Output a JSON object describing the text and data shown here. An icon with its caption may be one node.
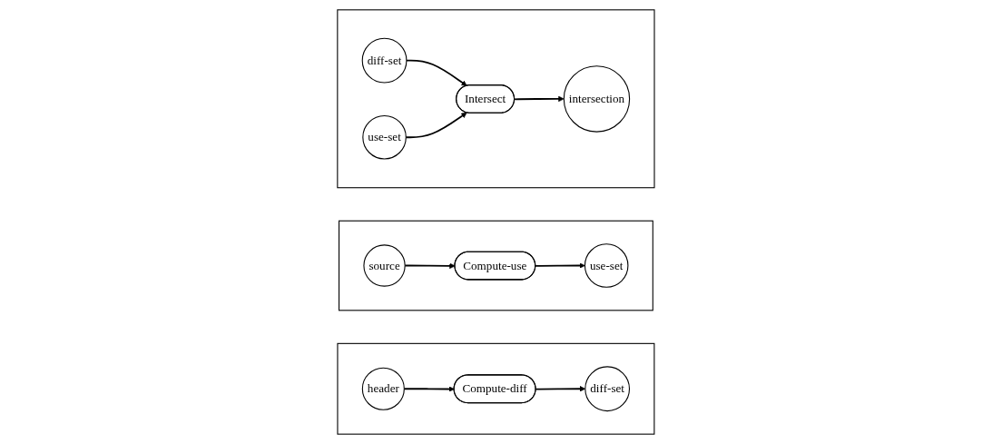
{
  "diagram": {
    "nodes": [
      {
        "text": [],
        "shape": "box"
      },
      {
        "text": [
          "header"
        ],
        "in": 0
      },
      {
        "text": [
          "Compute-diff"
        ],
        "in": 0
      },
      {
        "text": [
          "diff-set"
        ],
        "in": 0
      },
      {
        "text": [],
        "shape": "box"
      },
      {
        "text": [
          "source"
        ],
        "in": 4
      },
      {
        "text": [
          "Compute-use"
        ],
        "in": 4
      },
      {
        "text": [
          "use-set"
        ],
        "in": 4
      },
      {
        "text": [],
        "shape": "box"
      },
      {
        "text": [
          "diff-set"
        ],
        "in": 8
      },
      {
        "text": [
          "use-set"
        ],
        "in": 8
      },
      {
        "text": [
          "Intersect"
        ],
        "in": 8
      },
      {
        "text": [
          "intersection"
        ],
        "in": 8
      }
    ],
    "edges": [
      {
        "from": 1,
        "to": 2,
        "arrow": "to"
      },
      {
        "from": 2,
        "to": 3,
        "arrow": "to"
      },
      {
        "from": 5,
        "to": 6,
        "arrow": "to"
      },
      {
        "from": 6,
        "to": 7,
        "arrow": "to"
      },
      {
        "from": 9,
        "to": 11,
        "arrow": "to"
      },
      {
        "from": 10,
        "to": 11,
        "arrow": "to"
      },
      {
        "from": 11,
        "to": 12,
        "arrow": "to"
      }
    ]
  }
}
